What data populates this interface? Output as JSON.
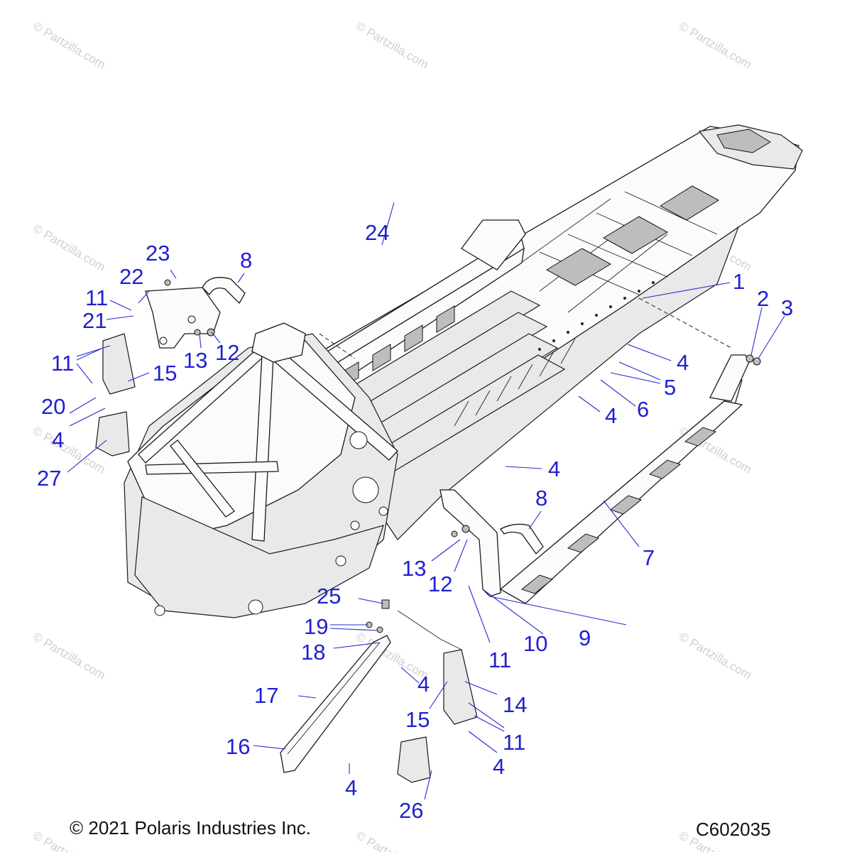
{
  "footer": {
    "copyright": "© 2021 Polaris Industries Inc.",
    "drawing_id": "C602035"
  },
  "watermark": {
    "text": "© Partzilla.com",
    "color": "#cfcfcf"
  },
  "colors": {
    "callout": "#2020d0",
    "line": "#1a1a1a"
  },
  "callouts": [
    {
      "id": "c1",
      "label": "1"
    },
    {
      "id": "c2",
      "label": "2"
    },
    {
      "id": "c3",
      "label": "3"
    },
    {
      "id": "c4a",
      "label": "4"
    },
    {
      "id": "c5",
      "label": "5"
    },
    {
      "id": "c6",
      "label": "6"
    },
    {
      "id": "c4b",
      "label": "4"
    },
    {
      "id": "c4c",
      "label": "4"
    },
    {
      "id": "c7",
      "label": "7"
    },
    {
      "id": "c8a",
      "label": "8"
    },
    {
      "id": "c8b",
      "label": "8"
    },
    {
      "id": "c9",
      "label": "9"
    },
    {
      "id": "c10",
      "label": "10"
    },
    {
      "id": "c11a",
      "label": "11"
    },
    {
      "id": "c11b",
      "label": "11"
    },
    {
      "id": "c11c",
      "label": "11"
    },
    {
      "id": "c11d",
      "label": "11"
    },
    {
      "id": "c12a",
      "label": "12"
    },
    {
      "id": "c12b",
      "label": "12"
    },
    {
      "id": "c13a",
      "label": "13"
    },
    {
      "id": "c13b",
      "label": "13"
    },
    {
      "id": "c14",
      "label": "14"
    },
    {
      "id": "c15a",
      "label": "15"
    },
    {
      "id": "c15b",
      "label": "15"
    },
    {
      "id": "c16",
      "label": "16"
    },
    {
      "id": "c17",
      "label": "17"
    },
    {
      "id": "c18",
      "label": "18"
    },
    {
      "id": "c19",
      "label": "19"
    },
    {
      "id": "c20",
      "label": "20"
    },
    {
      "id": "c21",
      "label": "21"
    },
    {
      "id": "c22",
      "label": "22"
    },
    {
      "id": "c23",
      "label": "23"
    },
    {
      "id": "c24",
      "label": "24"
    },
    {
      "id": "c25",
      "label": "25"
    },
    {
      "id": "c26",
      "label": "26"
    },
    {
      "id": "c27",
      "label": "27"
    },
    {
      "id": "c4d",
      "label": "4"
    },
    {
      "id": "c4e",
      "label": "4"
    },
    {
      "id": "c4f",
      "label": "4"
    },
    {
      "id": "c4g",
      "label": "4"
    }
  ]
}
